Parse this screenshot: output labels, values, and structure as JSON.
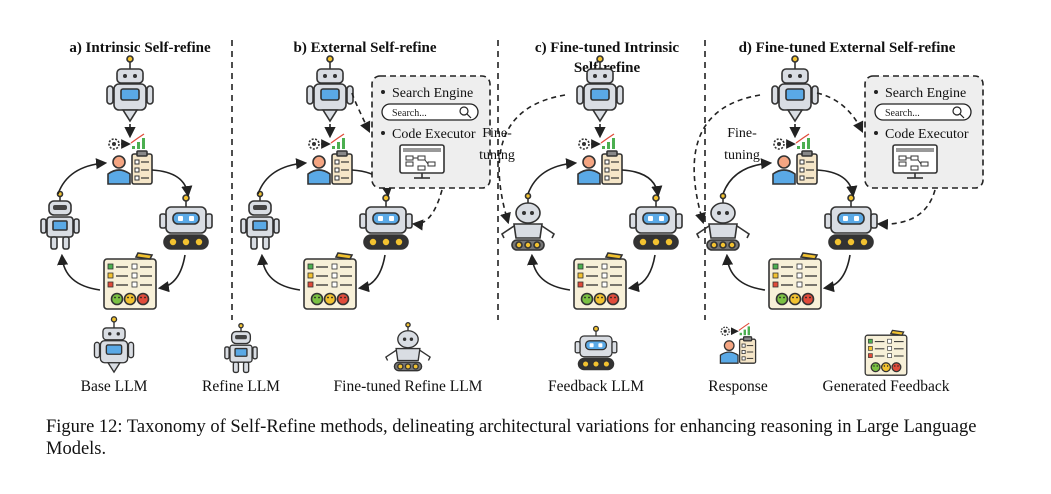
{
  "panels": [
    {
      "id": "a",
      "title_lines": [
        "a) Intrinsic Self-refine"
      ],
      "external": false,
      "finetuned": false
    },
    {
      "id": "b",
      "title_lines": [
        "b) External Self-refine"
      ],
      "external": true,
      "finetuned": false
    },
    {
      "id": "c",
      "title_lines": [
        "c) Fine-tuned Intrinsic",
        "Self-refine"
      ],
      "external": false,
      "finetuned": true
    },
    {
      "id": "d",
      "title_lines": [
        "d) Fine-tuned External Self-refine"
      ],
      "external": true,
      "finetuned": true
    }
  ],
  "external_box": {
    "search_label": "Search Engine",
    "search_placeholder": "Search...",
    "code_label": "Code Executor"
  },
  "finetune_label": [
    "Fine-",
    "tuning"
  ],
  "legend": [
    {
      "kind": "base",
      "label": "Base LLM"
    },
    {
      "kind": "refine",
      "label": "Refine LLM"
    },
    {
      "kind": "finetuned",
      "label": "Fine-tuned Refine LLM"
    },
    {
      "kind": "feedback",
      "label": "Feedback LLM"
    },
    {
      "kind": "response",
      "label": "Response"
    },
    {
      "kind": "generated",
      "label": "Generated Feedback"
    }
  ],
  "caption": "Figure 12: Taxonomy of Self-Refine methods, delineating architectural variations for enhancing reasoning in Large Language Models.",
  "colors": {
    "outline": "#333333",
    "robot_body": "#d9dde3",
    "screen_blue": "#5aa9e6",
    "antenna_yellow": "#f2c230",
    "box_fill": "#eeeeee",
    "skin": "#f4a582",
    "shirt": "#5aa9e6",
    "face_green": "#7ac143",
    "face_yellow": "#f2c230",
    "face_red": "#e04b3a",
    "clipboard": "#f5e6c8"
  }
}
